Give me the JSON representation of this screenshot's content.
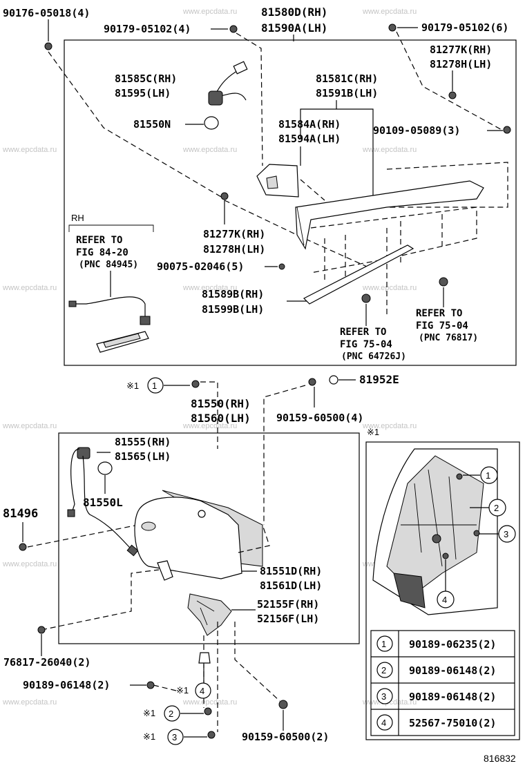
{
  "watermark": "www.epcdata.ru",
  "figure_id": "816832",
  "upper": {
    "p_90176": "90176-05018(4)",
    "p_90179a": "90179-05102(4)",
    "p_81580": "81580D(RH)",
    "p_81590": "81590A(LH)",
    "p_90179b": "90179-05102(6)",
    "p_81277a": "81277K(RH)",
    "p_81278a": "81278H(LH)",
    "p_81585": "81585C(RH)",
    "p_81595": "81595(LH)",
    "p_81581": "81581C(RH)",
    "p_81591": "81591B(LH)",
    "p_81550n": "81550N",
    "p_81584": "81584A(RH)",
    "p_81594": "81594A(LH)",
    "p_90109": "90109-05089(3)",
    "rh": "RH",
    "refer_a1": "REFER TO",
    "refer_a2": "FIG 84-20",
    "refer_a3": "(PNC 84945)",
    "p_81277b": "81277K(RH)",
    "p_81278b": "81278H(LH)",
    "p_90075": "90075-02046(5)",
    "p_81589": "81589B(RH)",
    "p_81599": "81599B(LH)",
    "refer_b1": "REFER TO",
    "refer_b2": "FIG 75-04",
    "refer_b3": "(PNC 64726J)",
    "refer_c1": "REFER TO",
    "refer_c2": "FIG 75-04",
    "refer_c3": "(PNC 76817)"
  },
  "lower": {
    "mark": "※1",
    "c1": "1",
    "c2": "2",
    "c3": "3",
    "c4": "4",
    "p_81952": "81952E",
    "p_81550": "81550(RH)",
    "p_81560": "81560(LH)",
    "p_90159a": "90159-60500(4)",
    "p_81555": "81555(RH)",
    "p_81565": "81565(LH)",
    "p_81550l": "81550L",
    "p_81496": "81496",
    "p_81551": "81551D(RH)",
    "p_81561": "81561D(LH)",
    "p_52155": "52155F(RH)",
    "p_52156": "52156F(LH)",
    "p_76817": "76817-26040(2)",
    "p_90189": "90189-06148(2)",
    "p_90159b": "90159-60500(2)"
  },
  "legend": {
    "rows": [
      {
        "num": "1",
        "part": "90189-06235(2)"
      },
      {
        "num": "2",
        "part": "90189-06148(2)"
      },
      {
        "num": "3",
        "part": "90189-06148(2)"
      },
      {
        "num": "4",
        "part": "52567-75010(2)"
      }
    ]
  }
}
